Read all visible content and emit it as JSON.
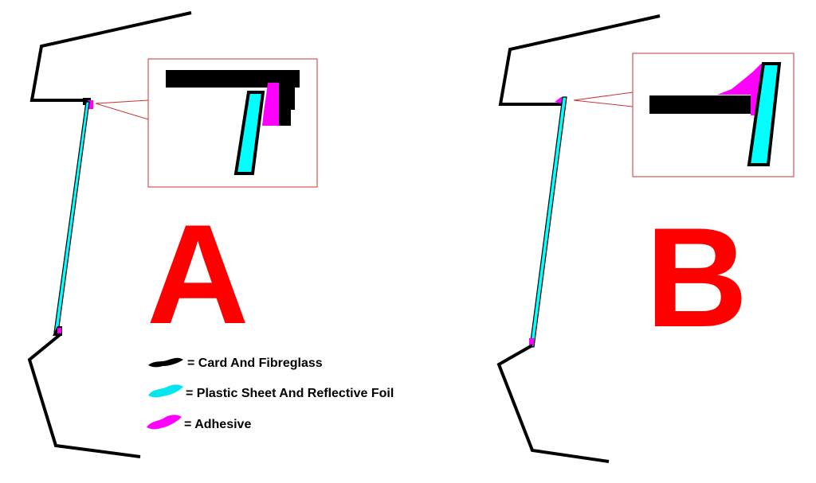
{
  "labels": {
    "a": "A",
    "b": "B"
  },
  "legend": [
    {
      "text": "= Card And Fibreglass",
      "color": "#000000"
    },
    {
      "text": "= Plastic Sheet And Reflective Foil",
      "color": "#00ffff"
    },
    {
      "text": "= Adhesive",
      "color": "#ff00ff"
    }
  ],
  "colors": {
    "card": "#000000",
    "sheet": "#00ffff",
    "adhesive": "#ff00ff",
    "callout": "#cc3333",
    "letters": "#ff0000"
  }
}
